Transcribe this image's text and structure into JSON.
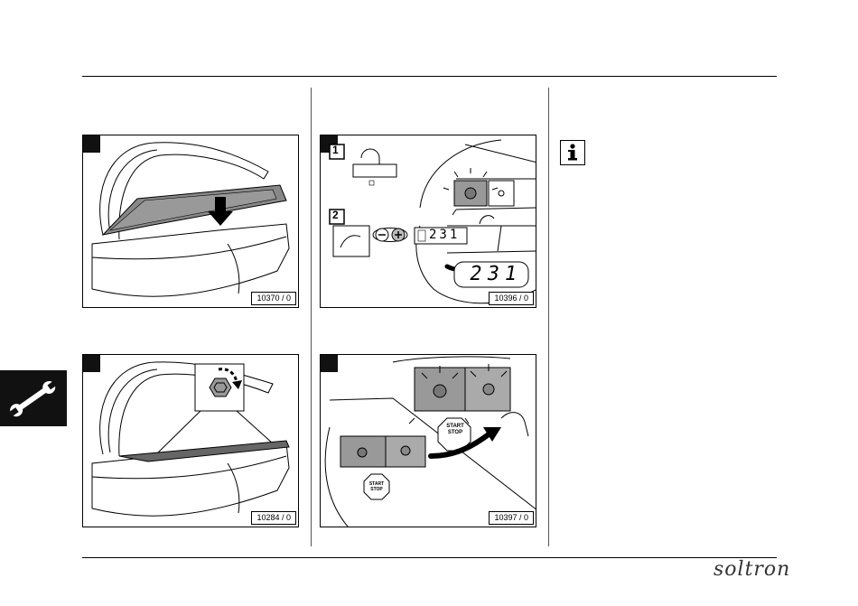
{
  "figures": [
    {
      "id": "10370 / 0"
    },
    {
      "id": "10284 / 0"
    },
    {
      "id": "10396 / 0"
    },
    {
      "id": "10397 / 0"
    }
  ],
  "panel_display": {
    "step1": "1",
    "step2": "2",
    "readout_small": "231",
    "readout_large": "231",
    "start_stop_label": "START STOP"
  },
  "footer": {
    "brand": "soltron"
  },
  "icons": {
    "side_tab": "wrench-icon",
    "info": "info-icon"
  }
}
